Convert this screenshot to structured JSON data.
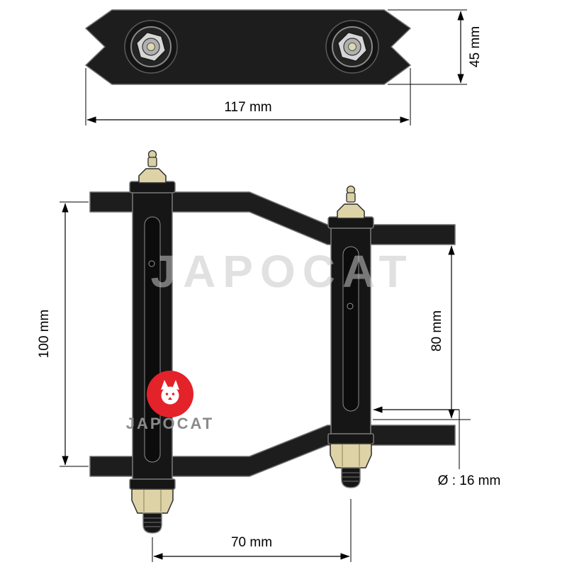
{
  "watermark": {
    "text": "JAPOCAT"
  },
  "logo": {
    "text": "JAPOCAT"
  },
  "top_view": {
    "name": "mounting plate top view",
    "width_label": "117 mm",
    "height_label": "45 mm"
  },
  "side_view": {
    "name": "shackle side view",
    "left_height_label": "100 mm",
    "right_height_label": "80 mm",
    "bolt_spacing_label": "70 mm",
    "diameter_label": "Ø : 16 mm"
  },
  "colors": {
    "part_fill": "#1d1d1d",
    "part_outline": "#6e6e6e",
    "nut_fill": "#ddd3a6",
    "logo_red": "#e3222a",
    "watermark_gray": "#c9c9c9",
    "dimension_color": "#000000"
  }
}
